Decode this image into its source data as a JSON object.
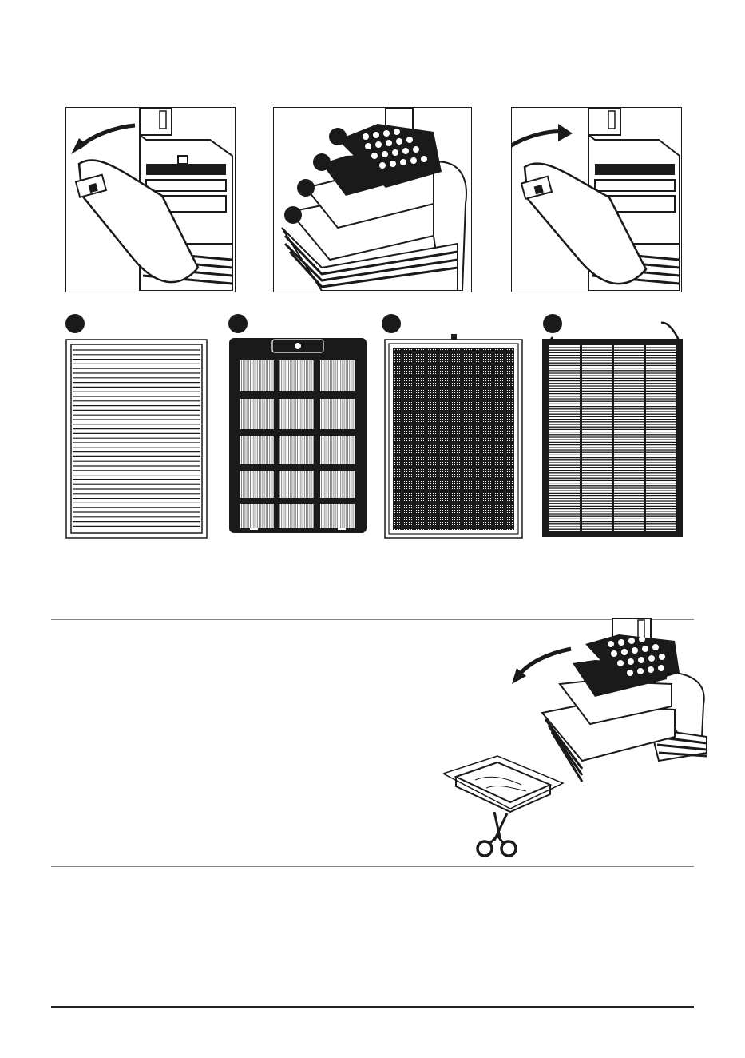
{
  "document": {
    "kind": "manual-illustration-page",
    "steps": [
      {
        "id": "open-cover",
        "icon": "arrow-open-icon"
      },
      {
        "id": "filter-stack",
        "icon": "filter-layers-icon"
      },
      {
        "id": "close-cover",
        "icon": "arrow-close-icon"
      }
    ],
    "filters": [
      {
        "id": "pre-filter",
        "icon": "pre-filter-icon"
      },
      {
        "id": "grid-filter",
        "icon": "grid-filter-icon"
      },
      {
        "id": "carbon-filter",
        "icon": "carbon-filter-icon"
      },
      {
        "id": "hepa-filter",
        "icon": "hepa-filter-icon"
      }
    ],
    "unpack_illustration": {
      "icon": "scissors-icon"
    },
    "colors": {
      "ink": "#1a1a1a",
      "rule": "#888888",
      "paper": "#ffffff"
    }
  }
}
